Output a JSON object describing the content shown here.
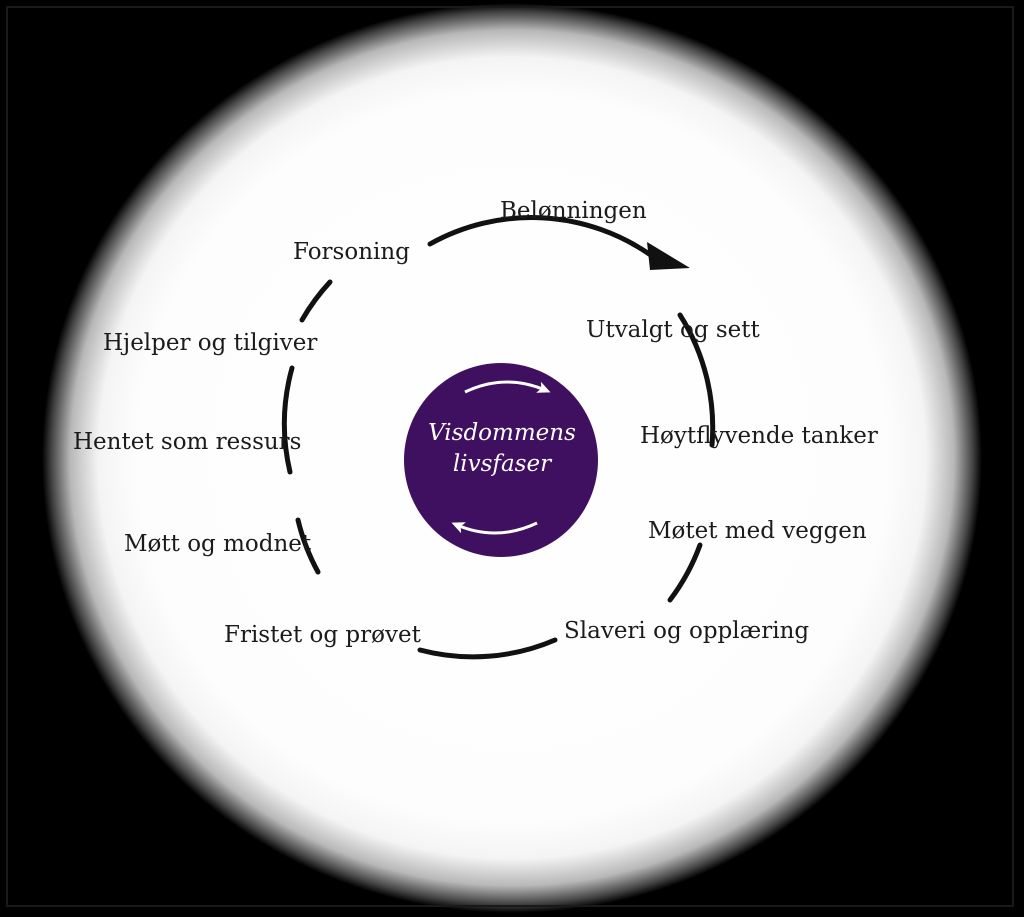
{
  "diagram": {
    "hub": {
      "line1": "Visdommens",
      "line2": "livsfaser",
      "color": "#3f1060"
    },
    "phases": [
      "Belønningen",
      "Utvalgt og sett",
      "Høytflyvende tanker",
      "Møtet med veggen",
      "Slaveri og opplæring",
      "Fristet og prøvet",
      "Møtt og modnet",
      "Hentet som ressurs",
      "Hjelper og tilgiver",
      "Forsoning"
    ],
    "ring_color": "#111111",
    "background_color": "#000000"
  }
}
